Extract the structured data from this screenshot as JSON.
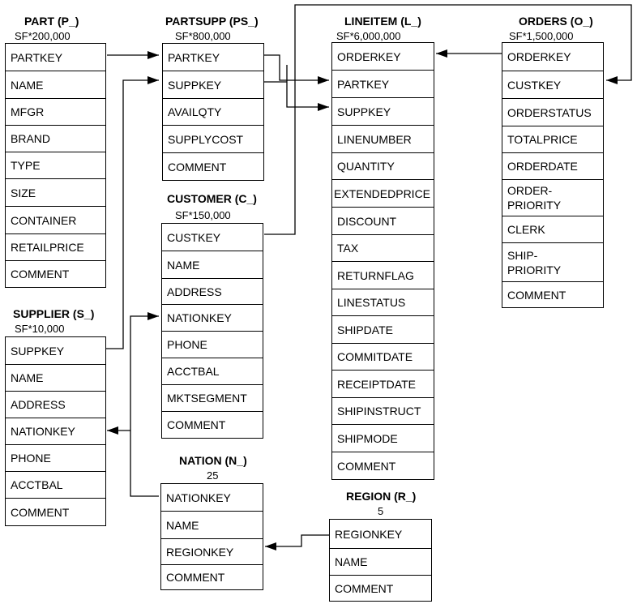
{
  "tables": {
    "part": {
      "title": "PART (P_)",
      "cardinality": "SF*200,000",
      "columns": [
        "PARTKEY",
        "NAME",
        "MFGR",
        "BRAND",
        "TYPE",
        "SIZE",
        "CONTAINER",
        "RETAILPRICE",
        "COMMENT"
      ]
    },
    "partsupp": {
      "title": "PARTSUPP (PS_)",
      "cardinality": "SF*800,000",
      "columns": [
        "PARTKEY",
        "SUPPKEY",
        "AVAILQTY",
        "SUPPLYCOST",
        "COMMENT"
      ]
    },
    "lineitem": {
      "title": "LINEITEM (L_)",
      "cardinality": "SF*6,000,000",
      "columns": [
        "ORDERKEY",
        "PARTKEY",
        "SUPPKEY",
        "LINENUMBER",
        "QUANTITY",
        "EXTENDEDPRICE",
        "DISCOUNT",
        "TAX",
        "RETURNFLAG",
        "LINESTATUS",
        "SHIPDATE",
        "COMMITDATE",
        "RECEIPTDATE",
        "SHIPINSTRUCT",
        "SHIPMODE",
        "COMMENT"
      ]
    },
    "orders": {
      "title": "ORDERS (O_)",
      "cardinality": "SF*1,500,000",
      "columns": [
        "ORDERKEY",
        "CUSTKEY",
        "ORDERSTATUS",
        "TOTALPRICE",
        "ORDERDATE",
        "ORDER-\nPRIORITY",
        "CLERK",
        "SHIP-\nPRIORITY",
        "COMMENT"
      ]
    },
    "customer": {
      "title": "CUSTOMER (C_)",
      "cardinality": "SF*150,000",
      "columns": [
        "CUSTKEY",
        "NAME",
        "ADDRESS",
        "NATIONKEY",
        "PHONE",
        "ACCTBAL",
        "MKTSEGMENT",
        "COMMENT"
      ]
    },
    "supplier": {
      "title": "SUPPLIER (S_)",
      "cardinality": "SF*10,000",
      "columns": [
        "SUPPKEY",
        "NAME",
        "ADDRESS",
        "NATIONKEY",
        "PHONE",
        "ACCTBAL",
        "COMMENT"
      ]
    },
    "nation": {
      "title": "NATION (N_)",
      "cardinality": "25",
      "columns": [
        "NATIONKEY",
        "NAME",
        "REGIONKEY",
        "COMMENT"
      ]
    },
    "region": {
      "title": "REGION (R_)",
      "cardinality": "5",
      "columns": [
        "REGIONKEY",
        "NAME",
        "COMMENT"
      ]
    }
  }
}
